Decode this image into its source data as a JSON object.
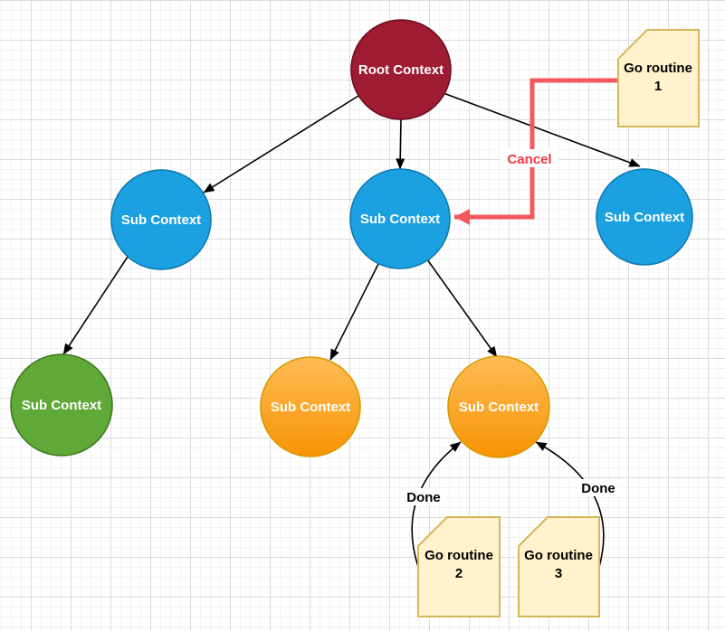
{
  "nodes": {
    "root": {
      "label": "Root Context"
    },
    "sub_left": {
      "label": "Sub Context"
    },
    "sub_middle": {
      "label": "Sub Context"
    },
    "sub_right": {
      "label": "Sub Context"
    },
    "sub_bottom_left": {
      "label": "Sub Context"
    },
    "sub_bottom_middle": {
      "label": "Sub Context"
    },
    "sub_bottom_right": {
      "label": "Sub Context"
    }
  },
  "goroutines": {
    "g1": {
      "name": "Go routine",
      "number": "1"
    },
    "g2": {
      "name": "Go routine",
      "number": "2"
    },
    "g3": {
      "name": "Go routine",
      "number": "3"
    }
  },
  "edges": {
    "cancel_label": "Cancel",
    "done_left_label": "Done",
    "done_right_label": "Done"
  },
  "colors": {
    "root_fill": "#9e1b32",
    "root_stroke": "#6d0e24",
    "blue_fill": "#1ba1e2",
    "blue_stroke": "#1079b0",
    "green_fill": "#60a838",
    "green_stroke": "#3c7a1e",
    "orange_top": "#ffbc55",
    "orange_bottom": "#f79405",
    "orange_stroke": "#d79b00",
    "card_fill": "#fff2cc",
    "card_stroke": "#d6b656",
    "cancel_line": "#f4595e",
    "cancel_text": "#ee3640",
    "edge_color": "#000000",
    "node_text": "#ffffff",
    "card_text": "#000000",
    "done_text": "#000000",
    "label_bg": "#ffffff"
  }
}
